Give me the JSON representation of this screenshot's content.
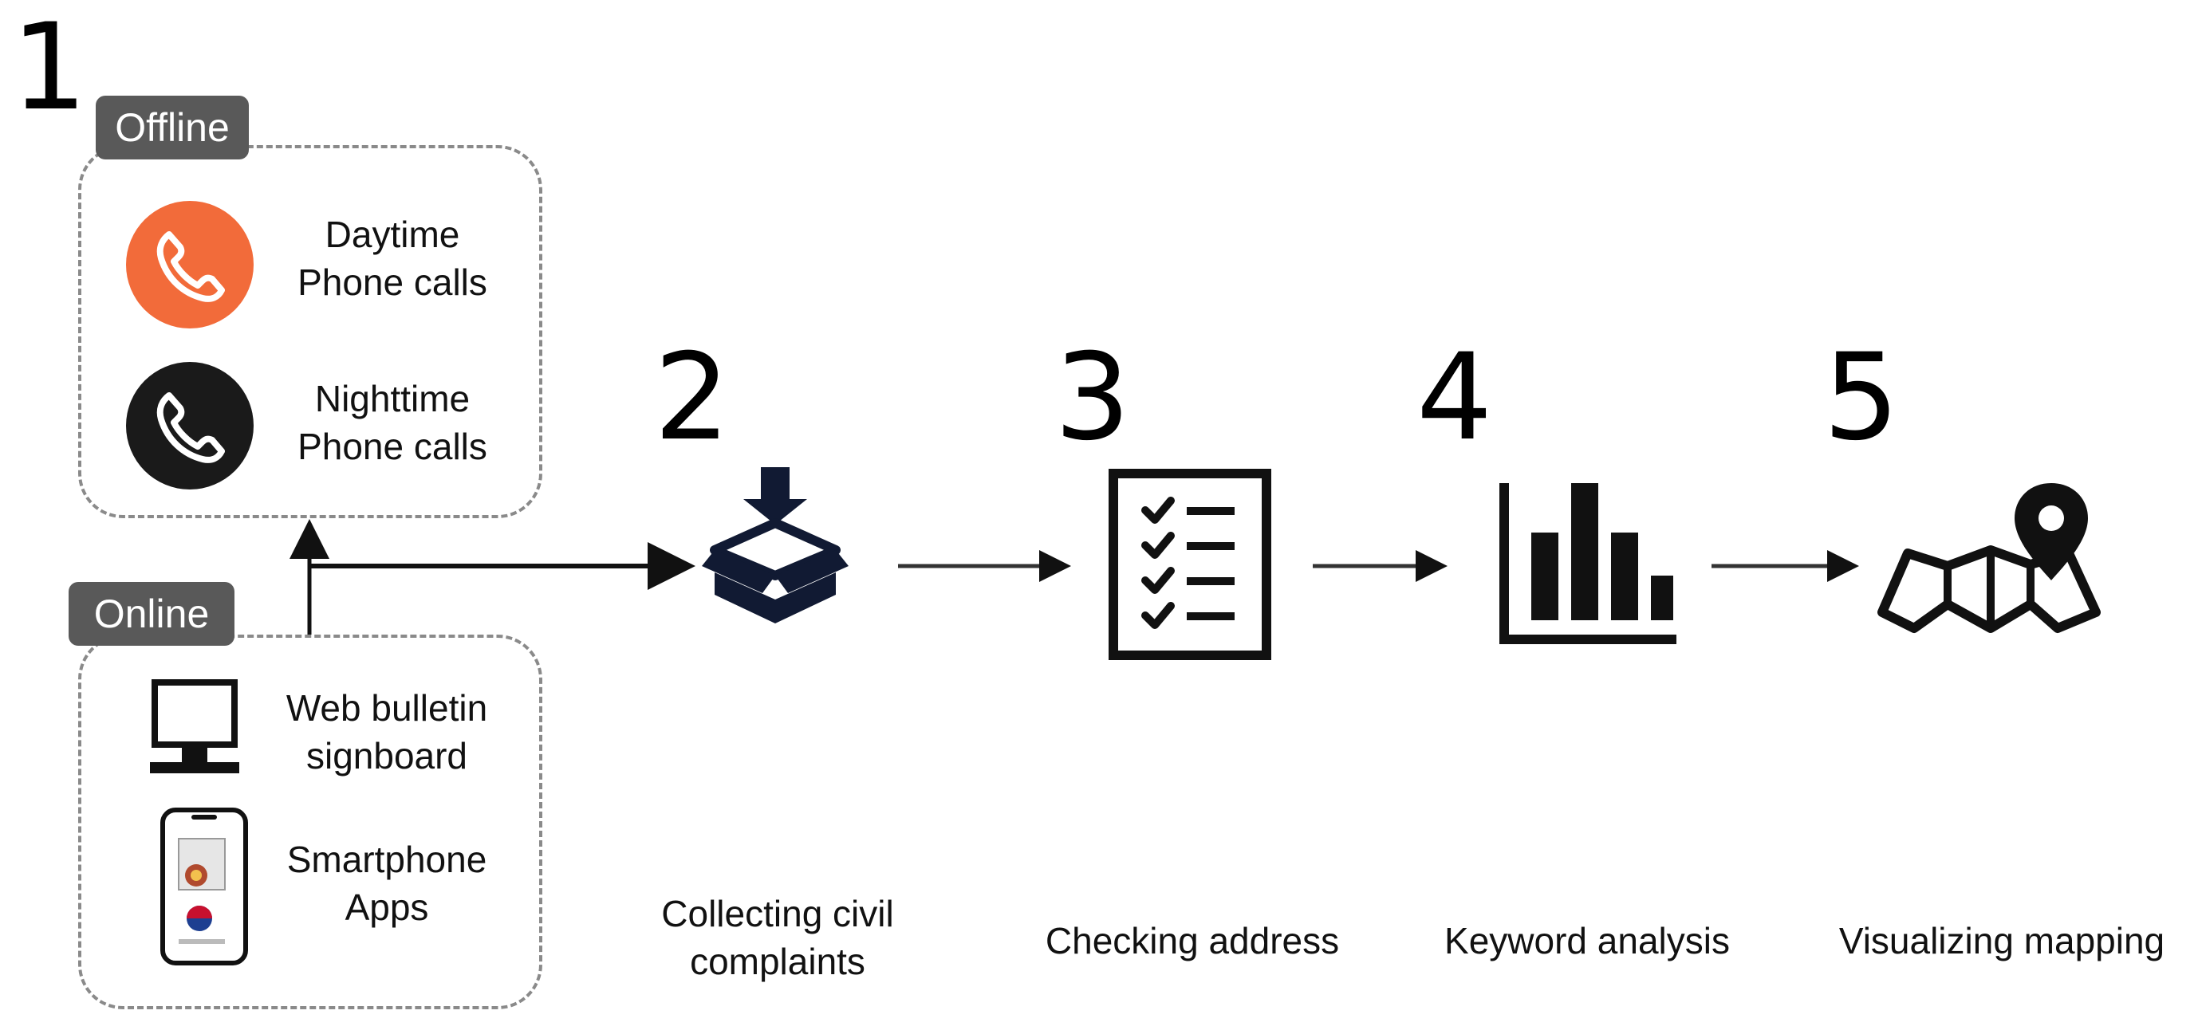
{
  "steps": {
    "s1": {
      "number": "1"
    },
    "s2": {
      "number": "2",
      "caption_line1": "Collecting civil",
      "caption_line2": "complaints",
      "icon": "box-download-icon"
    },
    "s3": {
      "number": "3",
      "caption": "Checking address",
      "icon": "checklist-icon"
    },
    "s4": {
      "number": "4",
      "caption": "Keyword analysis",
      "icon": "bar-chart-icon"
    },
    "s5": {
      "number": "5",
      "caption": "Visualizing mapping",
      "icon": "map-pin-icon"
    }
  },
  "offline": {
    "tag": "Offline",
    "items": [
      {
        "line1": "Daytime",
        "line2": "Phone calls",
        "icon": "phone-orange-icon"
      },
      {
        "line1": "Nighttime",
        "line2": "Phone calls",
        "icon": "phone-black-icon"
      }
    ]
  },
  "online": {
    "tag": "Online",
    "items": [
      {
        "line1": "Web bulletin",
        "line2": "signboard",
        "icon": "desktop-monitor-icon"
      },
      {
        "line1": "Smartphone",
        "line2": "Apps",
        "icon": "smartphone-icon"
      }
    ]
  },
  "colors": {
    "accent_orange": "#F26B3A",
    "dark": "#1a1a1a",
    "tag_bg": "#595959",
    "dashed_border": "#8a8a8a"
  }
}
